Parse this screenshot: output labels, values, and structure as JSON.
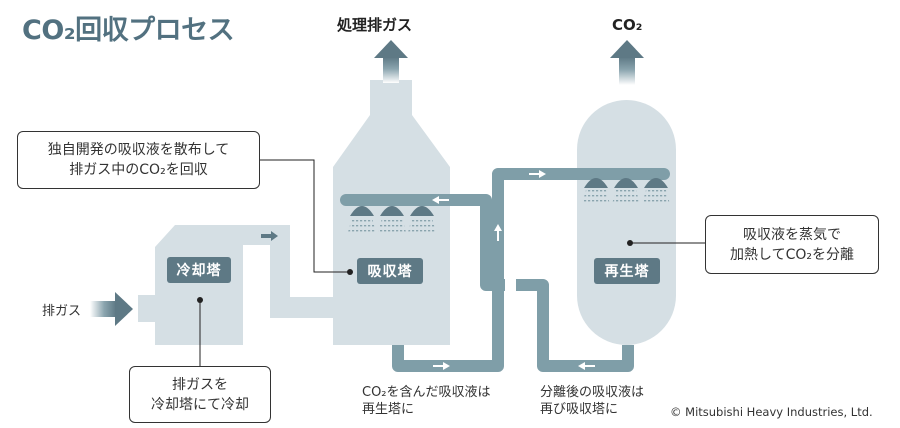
{
  "title": "CO₂回収プロセス",
  "outputs": {
    "treated_gas": "処理排ガス",
    "co2": "CO₂"
  },
  "inputs": {
    "exhaust_gas": "排ガス"
  },
  "units": {
    "cooling_tower": "冷却塔",
    "absorber": "吸収塔",
    "regenerator": "再生塔"
  },
  "callouts": {
    "absorber": {
      "line1": "独自開発の吸収液を散布して",
      "line2": "排ガス中のCO₂を回収"
    },
    "cooling": {
      "line1": "排ガスを",
      "line2": "冷却塔にて冷却"
    },
    "regenerator": {
      "line1": "吸収液を蒸気で",
      "line2": "加熱してCO₂を分離"
    }
  },
  "notes": {
    "rich_solvent": {
      "line1": "CO₂を含んだ吸収液は",
      "line2": "再生塔に"
    },
    "lean_solvent": {
      "line1": "分離後の吸収液は",
      "line2": "再び吸収塔に"
    }
  },
  "copyright": "© Mitsubishi Heavy Industries, Ltd.",
  "colors": {
    "vessel": "#d5dfe4",
    "pipe": "#7f9ea8",
    "tag": "#5e7985",
    "title": "#527180",
    "nozzle": "#5e7985"
  }
}
